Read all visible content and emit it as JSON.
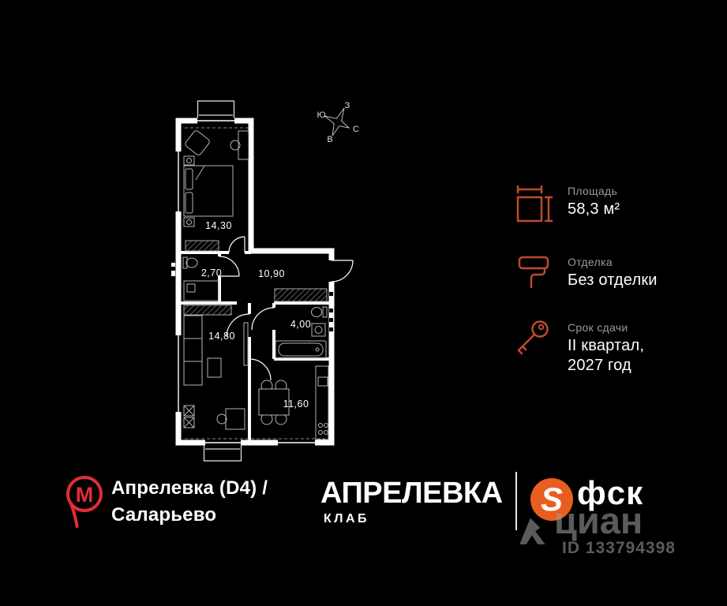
{
  "floor_plan": {
    "rooms": [
      {
        "name": "bedroom",
        "area": "14,30"
      },
      {
        "name": "bathroom-small",
        "area": "2,70"
      },
      {
        "name": "hallway",
        "area": "10,90"
      },
      {
        "name": "living-room",
        "area": "14,80"
      },
      {
        "name": "bathroom",
        "area": "4,00"
      },
      {
        "name": "kitchen",
        "area": "11,60"
      }
    ],
    "compass": {
      "top": "З",
      "left": "Ю",
      "right": "С",
      "bottom": "В"
    }
  },
  "info_panel": {
    "accent_color": "#bf4b2d",
    "items": [
      {
        "icon": "area-icon",
        "label": "Площадь",
        "value": "58,3 м²"
      },
      {
        "icon": "paint-roller-icon",
        "label": "Отделка",
        "value": "Без отделки"
      },
      {
        "icon": "key-icon",
        "label": "Срок сдачи",
        "value": "II квартал,",
        "value_line2": "2027 год"
      }
    ]
  },
  "footer": {
    "metro": {
      "logo_letter": "М",
      "icon_color": "#e22c38",
      "line1": "Апрелевка (D4) /",
      "line2": "Саларьево"
    },
    "project": {
      "title": "АПРЕЛЕВКА",
      "subtitle": "КЛАБ"
    },
    "developer": {
      "logo_letter": "S",
      "name": "фск",
      "logo_color": "#e95e1f"
    },
    "watermark": {
      "brand": "циан",
      "id": "ID 133794398"
    }
  }
}
